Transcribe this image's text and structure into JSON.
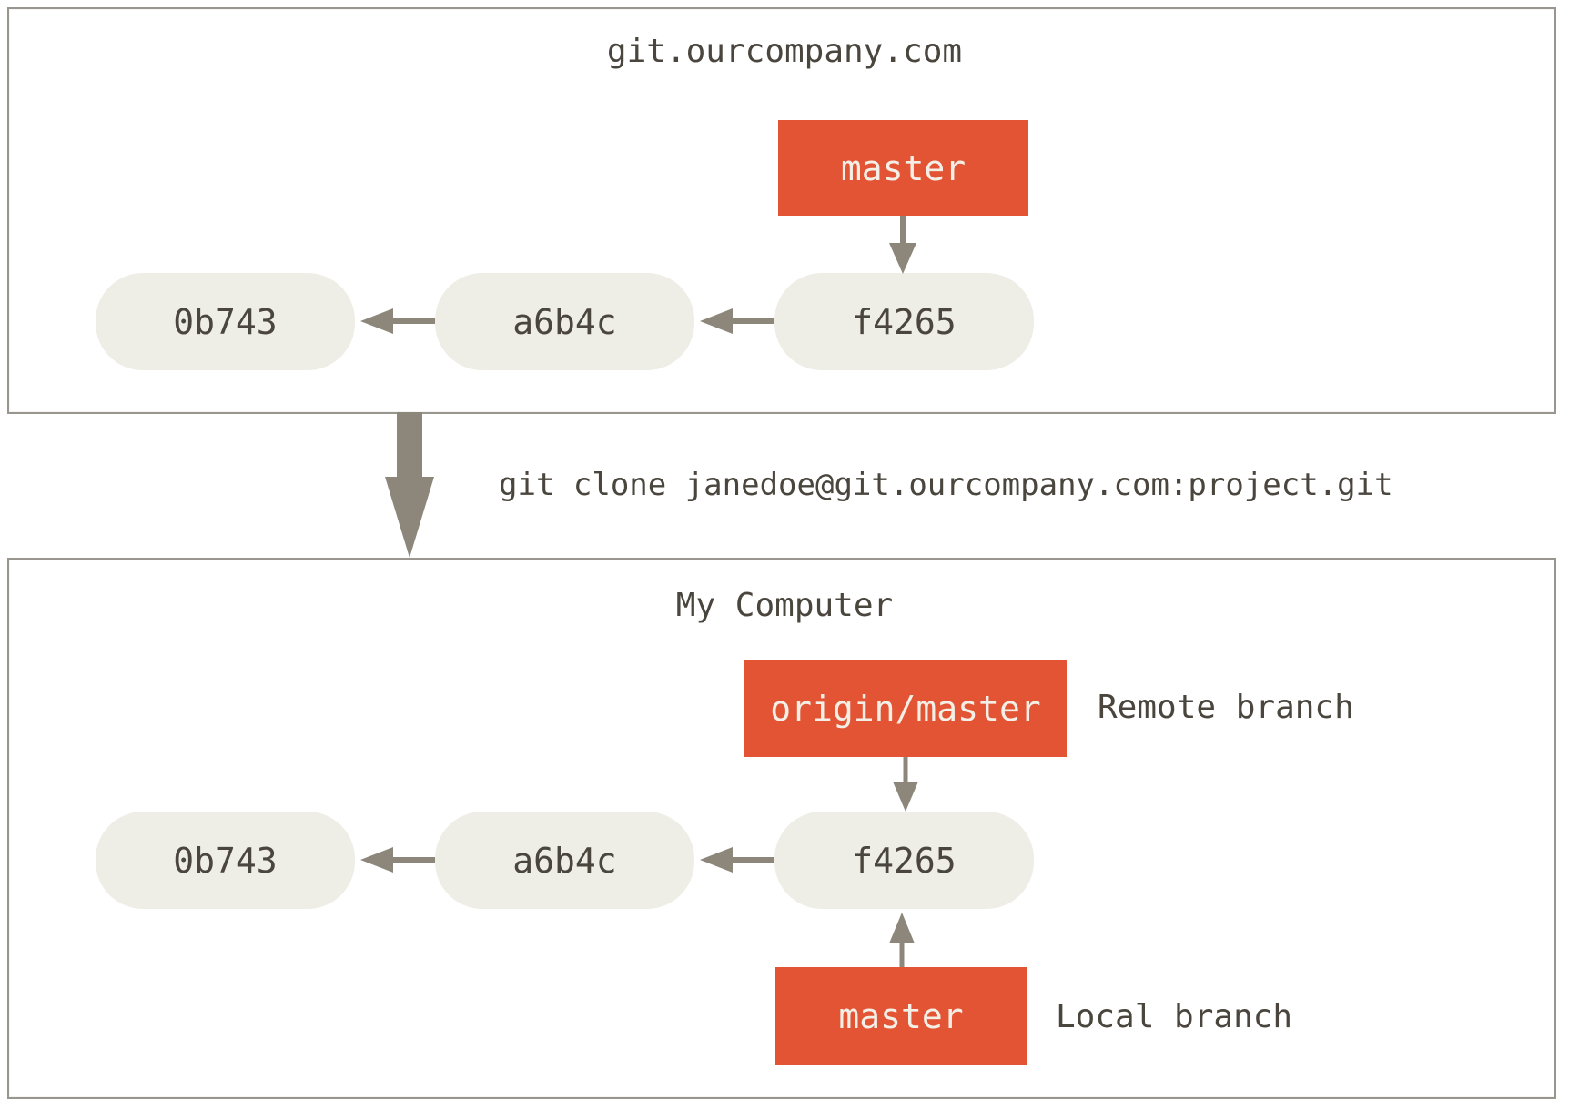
{
  "server_box": {
    "title": "git.ourcompany.com",
    "branch_label": "master",
    "commits": [
      "0b743",
      "a6b4c",
      "f4265"
    ]
  },
  "clone_command": "git clone janedoe@git.ourcompany.com:project.git",
  "computer_box": {
    "title": "My Computer",
    "remote_branch": {
      "label": "origin/master",
      "annotation": "Remote branch"
    },
    "local_branch": {
      "label": "master",
      "annotation": "Local branch"
    },
    "commits": [
      "0b743",
      "a6b4c",
      "f4265"
    ]
  },
  "colors": {
    "branch_box": "#e25433",
    "commit_fill": "#eeede6",
    "arrow": "#8c867b",
    "text_dark": "#4a463e",
    "branch_text": "#f3efe7",
    "box_border": "#999690",
    "canvas_bg": "#ffffff"
  }
}
